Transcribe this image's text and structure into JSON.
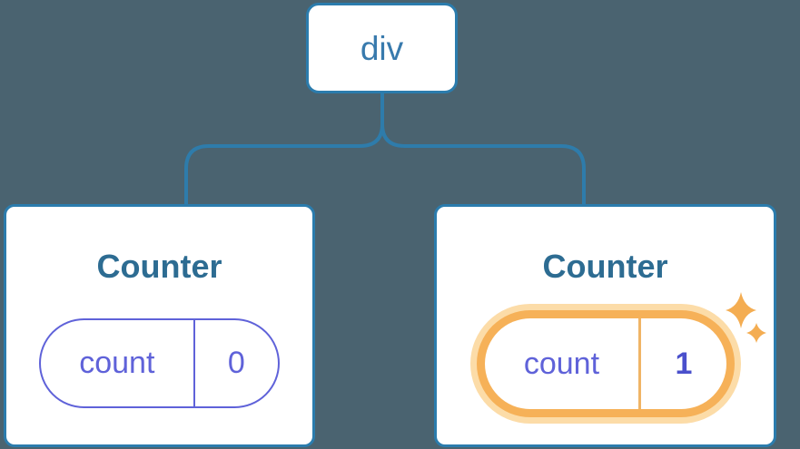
{
  "colors": {
    "background": "#4a6370",
    "connector_blue": "#2e7cab",
    "card_border_blue": "#2b7cad",
    "root_label_blue": "#387aad",
    "counter_title_blue": "#2d6c92",
    "state_purple": "#5f62d9",
    "state_value_highlight_purple": "#4a50cc",
    "highlight_ring_orange": "#f6b158",
    "highlight_halo_orange": "#fcdca8",
    "highlight_divider_orange": "#f0b466",
    "sparkle_orange": "#f4ad52"
  },
  "icons": {
    "sparkle": "✦"
  },
  "tree": {
    "root": {
      "label": "div"
    },
    "children": [
      {
        "title": "Counter",
        "state": {
          "key": "count",
          "value": "0"
        },
        "highlighted": false
      },
      {
        "title": "Counter",
        "state": {
          "key": "count",
          "value": "1"
        },
        "highlighted": true
      }
    ]
  }
}
